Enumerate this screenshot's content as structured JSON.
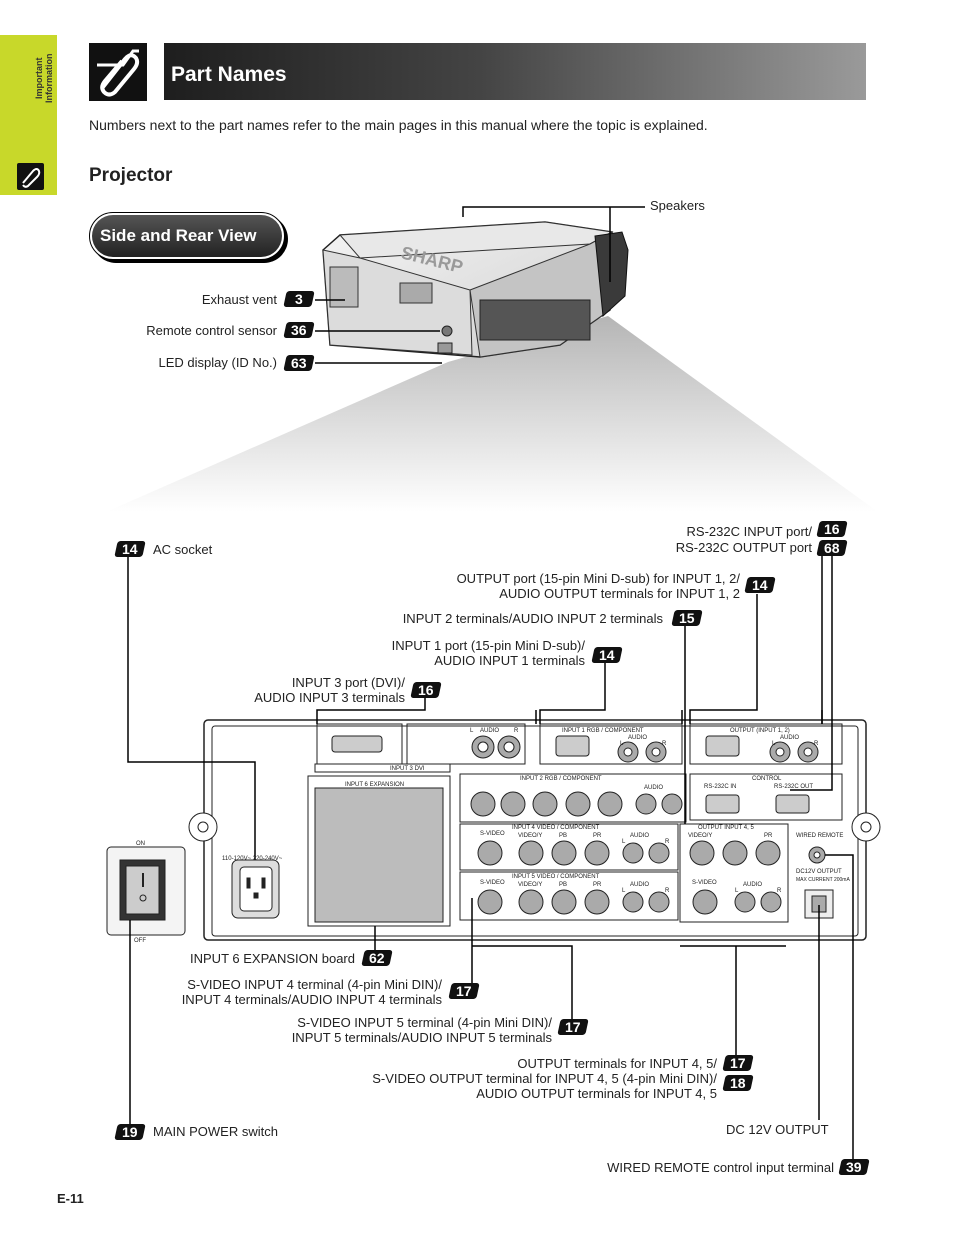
{
  "sidebar": {
    "tab_line1": "Important",
    "tab_line2": "Information"
  },
  "header": {
    "title": "Part Names"
  },
  "intro": "Numbers next to the part names refer to the main pages in this manual where the topic is explained.",
  "section": {
    "title": "Projector",
    "view_label": "Side and Rear View"
  },
  "top_labels": {
    "speakers": "Speakers",
    "exhaust": {
      "text": "Exhaust vent",
      "page": "3"
    },
    "remote": {
      "text": "Remote control sensor",
      "page": "36"
    },
    "led": {
      "text": "LED display (ID No.)",
      "page": "63"
    }
  },
  "rear_labels": {
    "ac": {
      "page": "14",
      "text": "AC socket"
    },
    "rs232": {
      "line1": "RS-232C INPUT port/",
      "line2": "RS-232C OUTPUT port",
      "page1": "16",
      "page2": "68"
    },
    "output": {
      "line1": "OUTPUT port (15-pin Mini D-sub) for INPUT 1, 2/",
      "line2": "AUDIO OUTPUT terminals for INPUT 1, 2",
      "page": "14"
    },
    "input2": {
      "text": "INPUT 2 terminals/AUDIO INPUT 2 terminals",
      "page": "15"
    },
    "input1": {
      "line1": "INPUT 1 port (15-pin Mini D-sub)/",
      "line2": "AUDIO INPUT 1 terminals",
      "page": "14"
    },
    "input3": {
      "line1": "INPUT 3 port (DVI)/",
      "line2": "AUDIO INPUT 3 terminals",
      "page": "16"
    },
    "input6": {
      "text": "INPUT 6 EXPANSION board",
      "page": "62"
    },
    "svid4": {
      "line1": "S-VIDEO INPUT 4 terminal (4-pin Mini DIN)/",
      "line2": "INPUT 4 terminals/AUDIO INPUT 4 terminals",
      "page": "17"
    },
    "svid5": {
      "line1": "S-VIDEO INPUT 5 terminal (4-pin Mini DIN)/",
      "line2": "INPUT 5 terminals/AUDIO INPUT 5 terminals",
      "page": "17"
    },
    "out45": {
      "line1": "OUTPUT terminals for INPUT 4, 5/",
      "line2": "S-VIDEO OUTPUT terminal for INPUT 4, 5 (4-pin Mini DIN)/",
      "line3": "AUDIO OUTPUT terminals for INPUT 4, 5",
      "page1": "17",
      "page2": "18"
    },
    "power": {
      "page": "19",
      "text": "MAIN POWER switch"
    },
    "dc12": {
      "text": "DC 12V OUTPUT"
    },
    "wired": {
      "text": "WIRED REMOTE control input terminal",
      "page": "39"
    }
  },
  "panel_text": {
    "on": "ON",
    "off": "OFF",
    "voltage": "110-120V~  220-240V~",
    "input3": "INPUT 3   DVI",
    "input6": "INPUT 6   EXPANSION",
    "input1": "INPUT 1   RGB / COMPONENT",
    "input2": "INPUT 2   RGB / COMPONENT",
    "output12": "OUTPUT  (INPUT 1, 2)",
    "control": "CONTROL",
    "rs_in": "RS-232C IN",
    "rs_out": "RS-232C OUT",
    "input4": "INPUT 4   VIDEO / COMPONENT",
    "input5": "INPUT 5   VIDEO / COMPONENT",
    "output45": "OUTPUT  INPUT 4, 5",
    "wired_remote": "WIRED REMOTE",
    "dc_out": "DC12V OUTPUT",
    "dc_max": "MAX CURRENT 200mA",
    "audio": "AUDIO",
    "svideo": "S-VIDEO",
    "videoy": "VIDEO/Y",
    "pb": "PB",
    "pr": "PR",
    "l": "L",
    "r": "R"
  },
  "footer": {
    "page": "E-11"
  }
}
